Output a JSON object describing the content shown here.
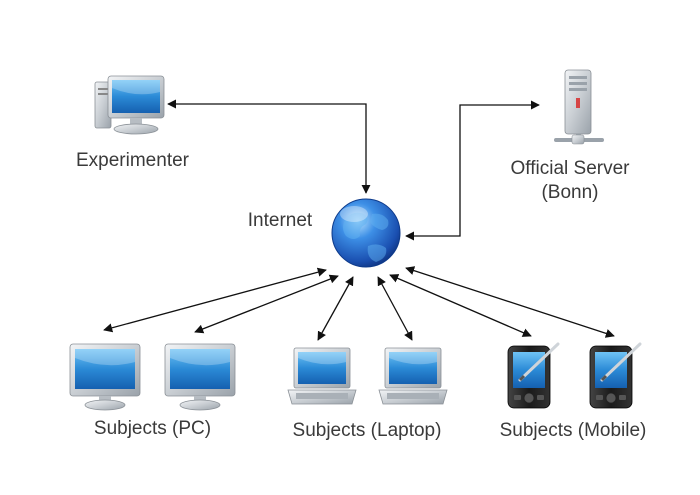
{
  "nodes": {
    "experimenter": {
      "label": "Experimenter"
    },
    "server": {
      "label_line1": "Official Server",
      "label_line2": "(Bonn)"
    },
    "internet": {
      "label": "Internet"
    },
    "subjects_pc": {
      "label": "Subjects (PC)"
    },
    "subjects_laptop": {
      "label": "Subjects (Laptop)"
    },
    "subjects_mobile": {
      "label": "Subjects (Mobile)"
    }
  },
  "colors": {
    "arrow": "#111111",
    "screen_blue": "#2b8ad6",
    "device_silver": "#c9ced3",
    "globe_blue": "#2468c8",
    "phone_black": "#1a1a1a",
    "text": "#3a3a3a"
  },
  "icons": [
    "desktop-monitor-icon",
    "server-tower-icon",
    "globe-icon",
    "laptop-icon",
    "pda-phone-icon"
  ]
}
